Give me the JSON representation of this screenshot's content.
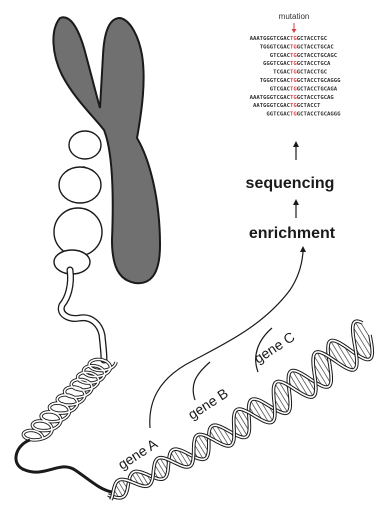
{
  "labels": {
    "mutation": "mutation",
    "sequencing": "sequencing",
    "enrichment": "enrichment",
    "gene_a": "gene A",
    "gene_b": "gene B",
    "gene_c": "gene C"
  },
  "reads": [
    {
      "pre": "AAATGGGTCGAC",
      "mut": "TG",
      "post": "GCTACCTGC"
    },
    {
      "pre": "TGGGTCGAC",
      "mut": "TG",
      "post": "GCTACCTGCAC"
    },
    {
      "pre": "GTCGAC",
      "mut": "TG",
      "post": "GCTACCTGCAGC"
    },
    {
      "pre": "GGGTCGAC",
      "mut": "TG",
      "post": "GCTACCTGCA"
    },
    {
      "pre": "TCGAC",
      "mut": "TG",
      "post": "GCTACCTGC"
    },
    {
      "pre": "TGGGTCGAC",
      "mut": "TG",
      "post": "GCTACCTGCAGGG"
    },
    {
      "pre": "GTCGAC",
      "mut": "TG",
      "post": "GCTACCTGCAGA"
    },
    {
      "pre": "AAATGGGTCGAC",
      "mut": "TG",
      "post": "GCTACCTGCAG"
    },
    {
      "pre": "AATGGGTCGAC",
      "mut": "TG",
      "post": "GCTACCT"
    },
    {
      "pre": "GGTCGAC",
      "mut": "TG",
      "post": "GCTACCTGCAGGG"
    }
  ],
  "colors": {
    "chromosome": "#707070",
    "mutation": "#d94040",
    "ink": "#1a1a1a"
  }
}
